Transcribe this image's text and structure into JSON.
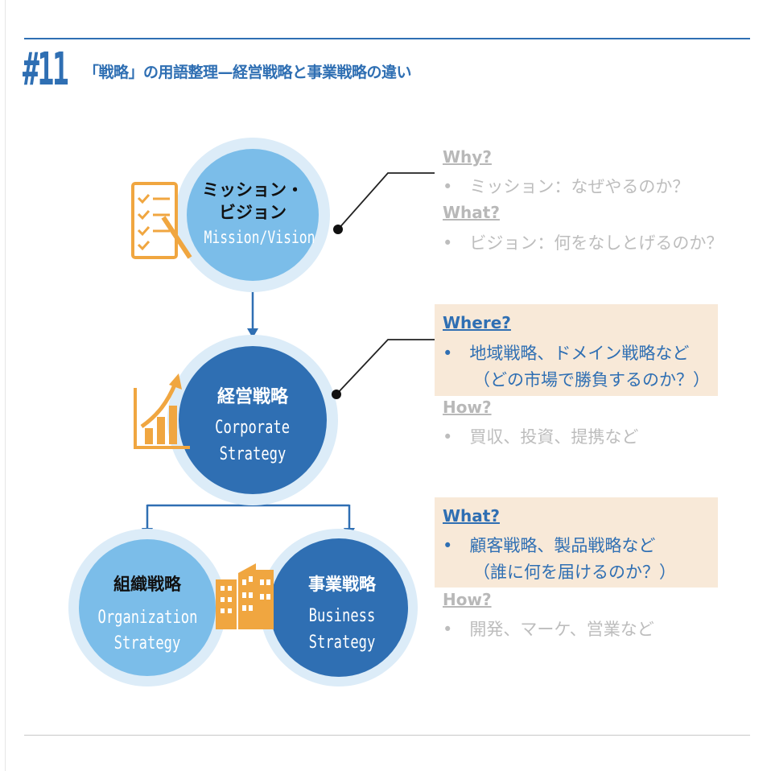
{
  "header": {
    "number": "#11",
    "title": "「戦略」の用語整理—経営戦略と事業戦略の違い"
  },
  "nodes": {
    "mission": {
      "jp_line1": "ミッション・",
      "jp_line2": "ビジョン",
      "en": "Mission/Vision"
    },
    "corporate": {
      "jp": "経営戦略",
      "en_line1": "Corporate",
      "en_line2": "Strategy"
    },
    "organization": {
      "jp": "組織戦略",
      "en_line1": "Organization",
      "en_line2": "Strategy"
    },
    "business": {
      "jp": "事業戦略",
      "en_line1": "Business",
      "en_line2": "Strategy"
    }
  },
  "notes": {
    "mission": {
      "q1": "Why?",
      "b1": "•　ミッション：なぜやるのか？",
      "q2": "What?",
      "b2": "•　ビジョン：何をなしとげるのか？"
    },
    "corporate": {
      "q1": "Where?",
      "b1a": "•　地域戦略、ドメイン戦略など",
      "b1b": "（どの市場で勝負するのか？）",
      "q2": "How?",
      "b2": "•　買収、投資、提携など"
    },
    "business": {
      "q1": "What?",
      "b1a": "•　顧客戦略、製品戦略など",
      "b1b": "（誰に何を届けるのか？）",
      "q2": "How?",
      "b2": "•　開発、マーケ、営業など"
    }
  },
  "icons": [
    "checklist-icon",
    "growth-chart-icon",
    "buildings-icon"
  ],
  "colors": {
    "accent": "#2f6fb3",
    "light_circle": "#7bbde9",
    "dark_circle": "#2f6fb3",
    "halo": "#dcecf8",
    "icon_orange": "#f0a640",
    "highlight_bg": "#f8e9d8",
    "muted_text": "#bdbdbd"
  }
}
